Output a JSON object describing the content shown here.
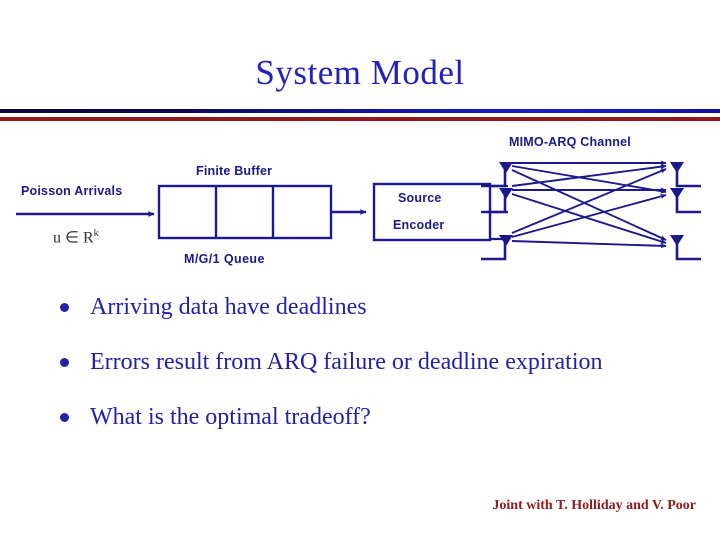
{
  "slide": {
    "title": "System Model",
    "footer_credit": "Joint with T. Holliday and V. Poor"
  },
  "colors": {
    "title_blue": "#2222bb",
    "diagram_navy": "#1a1a8c",
    "bullet_blue": "#2222a8",
    "rule_red": "#8d1b1b",
    "footer_red": "#8d1b1b",
    "background": "#ffffff"
  },
  "diagram": {
    "labels": {
      "mimo_channel": "MIMO-ARQ Channel",
      "finite_buffer": "Finite Buffer",
      "poisson_arrivals": "Poisson Arrivals",
      "queue": "M/G/1 Queue",
      "source": "Source",
      "encoder": "Encoder",
      "input_symbol": "u ∈ R",
      "input_symbol_exponent": "k"
    },
    "buffer_cells": 3,
    "tx_antennas": 3,
    "rx_antennas": 3,
    "channel_links": 9
  },
  "bullets": [
    {
      "text": "Arriving data have deadlines"
    },
    {
      "text": "Errors result from ARQ failure or deadline expiration"
    },
    {
      "text": "What is the optimal tradeoff?"
    }
  ]
}
